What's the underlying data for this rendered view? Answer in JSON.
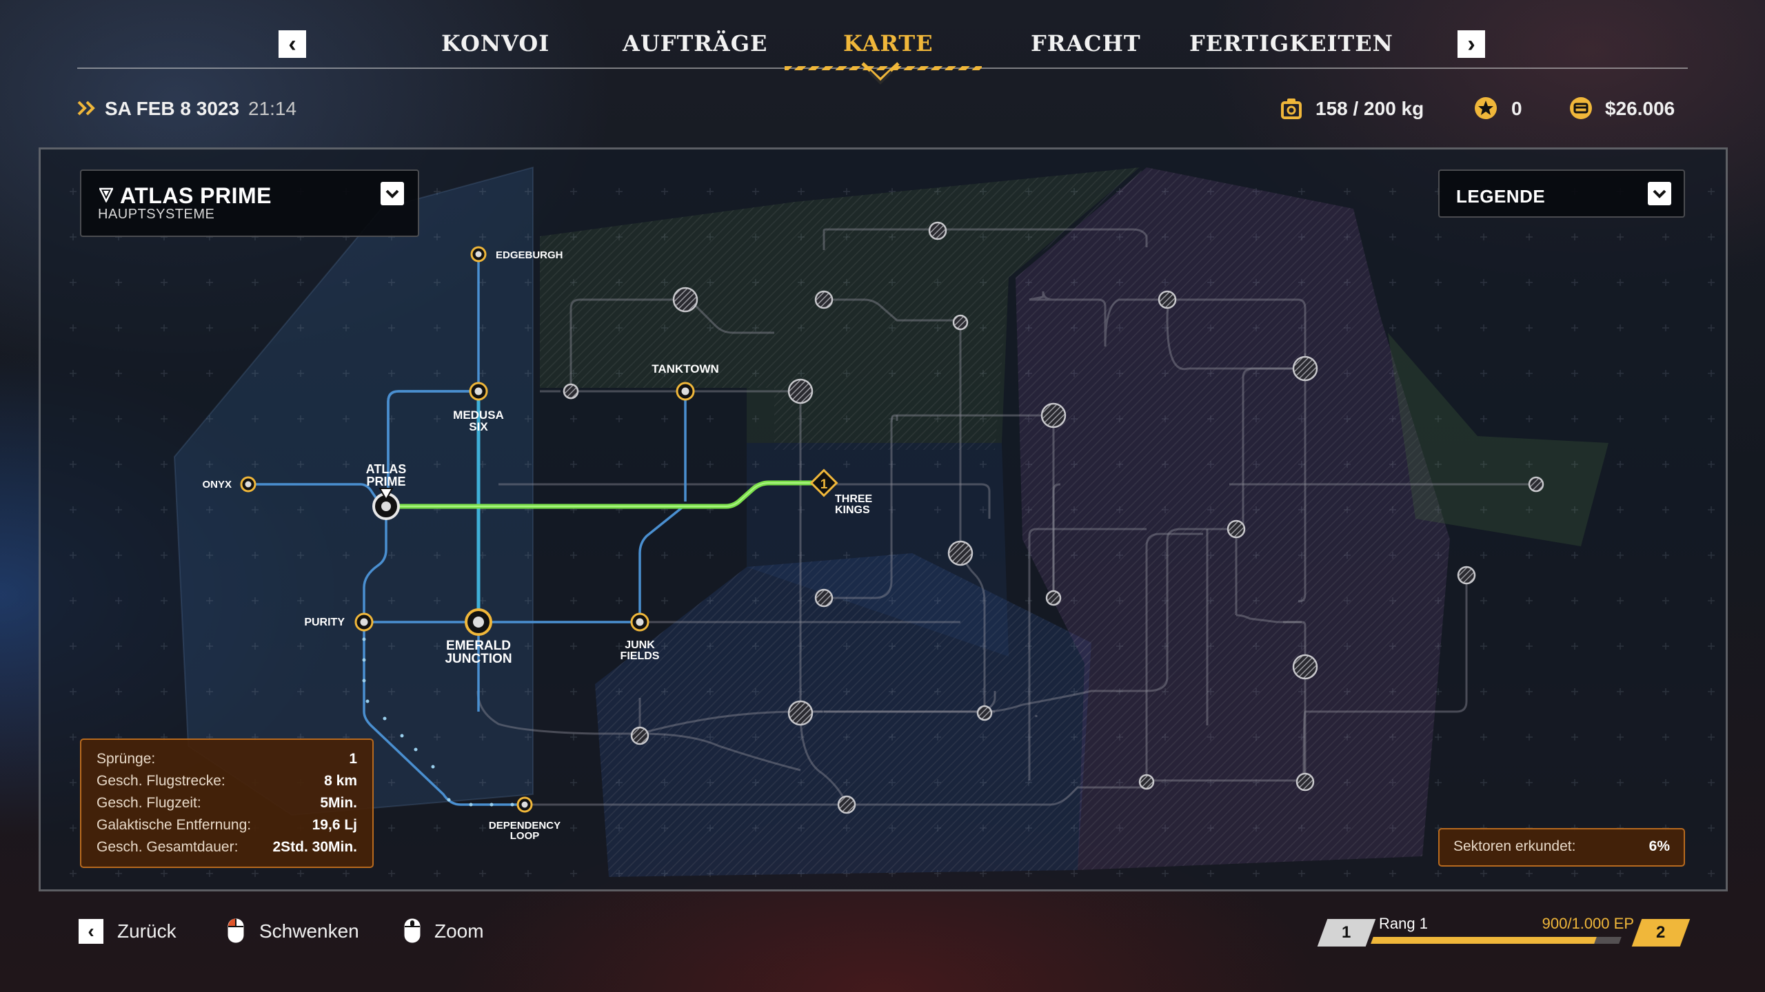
{
  "nav": {
    "tabs": [
      {
        "label": "KONVOI",
        "active": false
      },
      {
        "label": "AUFTRÄGE",
        "active": false
      },
      {
        "label": "KARTE",
        "active": true
      },
      {
        "label": "FRACHT",
        "active": false
      },
      {
        "label": "FERTIGKEITEN",
        "active": false
      }
    ],
    "prev_icon": "chevron-left-icon",
    "next_icon": "chevron-right-icon"
  },
  "status": {
    "date": "SA FEB 8 3023",
    "time": "21:14",
    "cargo": "158 / 200 kg",
    "stars": "0",
    "credits": "$26.006"
  },
  "map": {
    "system_name": "ATLAS PRIME",
    "system_type": "HAUPTSYSTEME",
    "legend_label": "LEGENDE",
    "route_marker": "1",
    "locations": {
      "edgeburgh": "EDGEBURGH",
      "tanktown": "TANKTOWN",
      "medusa_1": "MEDUSA",
      "medusa_2": "SIX",
      "onyx": "ONYX",
      "atlas_1": "ATLAS",
      "atlas_2": "PRIME",
      "three_1": "THREE",
      "three_2": "KINGS",
      "purity": "PURITY",
      "emerald_1": "EMERALD",
      "emerald_2": "JUNCTION",
      "junk_1": "JUNK",
      "junk_2": "FIELDS",
      "dep_1": "DEPENDENCY",
      "dep_2": "LOOP"
    }
  },
  "route_info": [
    {
      "label": "Sprünge:",
      "value": "1"
    },
    {
      "label": "Gesch. Flugstrecke:",
      "value": "8 km"
    },
    {
      "label": "Gesch. Flugzeit:",
      "value": "5Min."
    },
    {
      "label": "Galaktische Entfernung:",
      "value": "19,6 Lj"
    },
    {
      "label": "Gesch. Gesamtdauer:",
      "value": "2Std. 30Min."
    }
  ],
  "sectors": {
    "label": "Sektoren erkundet:",
    "value": "6%"
  },
  "controls": {
    "back": "Zurück",
    "pan": "Schwenken",
    "zoom": "Zoom"
  },
  "rank": {
    "current": "1",
    "label": "Rang 1",
    "xp": "900/1.000 EP",
    "progress": 0.9,
    "next": "2"
  },
  "colors": {
    "accent": "#f0b73a",
    "route": "#7be04a",
    "panel_orange": "#b86a1e"
  }
}
